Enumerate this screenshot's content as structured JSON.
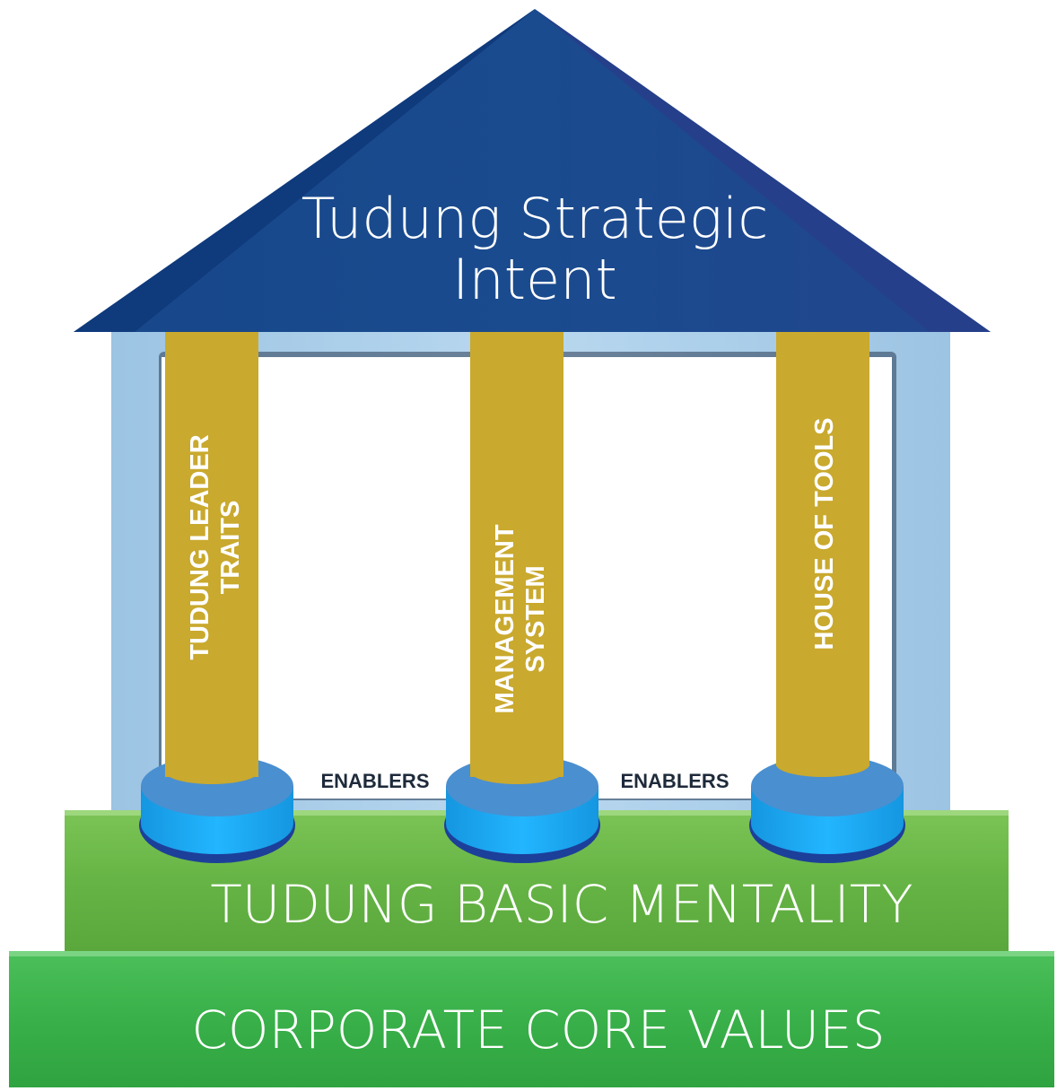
{
  "roof": {
    "title_line1": "Tudung Strategic",
    "title_line2": "Intent"
  },
  "pillars": [
    {
      "line1": "TUDUNG LEADER",
      "line2": "TRAITS"
    },
    {
      "line1": "MANAGEMENT",
      "line2": "SYSTEM"
    },
    {
      "line1": "HOUSE OF TOOLS",
      "line2": ""
    }
  ],
  "enablers": [
    "ENABLERS",
    "ENABLERS"
  ],
  "basic_mentality": "TUDUNG BASIC MENTALITY",
  "core_values": "CORPORATE CORE VALUES",
  "colors": {
    "roof": "#1a4a8c",
    "roof_dark": "#0e3577",
    "frame": "#a9cde8",
    "pillar": "#c9a92e",
    "base_top": "#4a8fd0",
    "base_side": "#1aa3f0",
    "base_rim": "#1c3f9a",
    "mentality": "#6ab545",
    "core": "#3bb04a"
  }
}
